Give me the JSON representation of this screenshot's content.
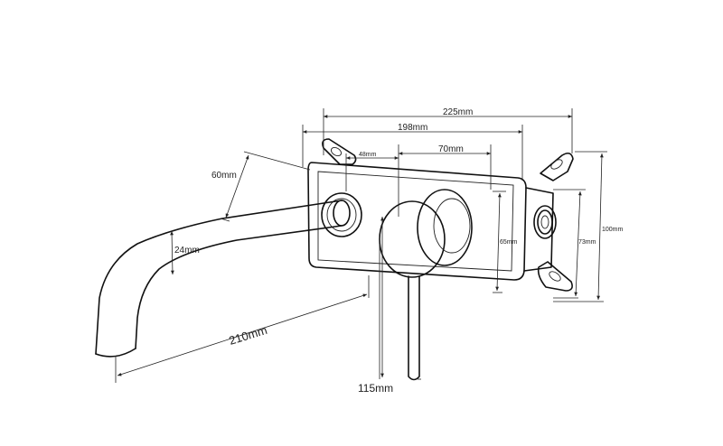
{
  "dimensions": {
    "overall_width": "225mm",
    "plate_width": "198mm",
    "center_spacing": "70mm",
    "spout_offset": "48mm",
    "plate_height": "100mm",
    "body_height": "73mm",
    "inner_height": "65mm",
    "spout_diameter": "60mm",
    "spout_thickness": "24mm",
    "spout_length": "210mm",
    "handle_length": "115mm"
  }
}
